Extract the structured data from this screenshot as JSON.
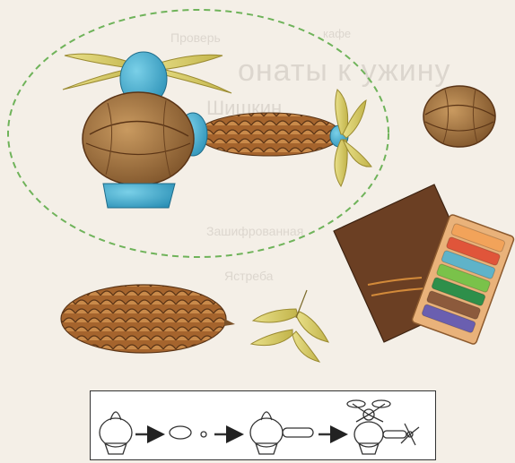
{
  "bleed_through": {
    "t1": "онаты к ужину",
    "t2": "Шишкин",
    "t3": "Проверь",
    "t4": "кафе",
    "t5": "Зашифрованная",
    "t6": "Ястреба"
  },
  "illustration": {
    "scene": "craft-helicopter",
    "materials": [
      "walnut-icon",
      "pine-cone-icon",
      "maple-seed-icon",
      "cardboard-icon",
      "plasticine-box-icon"
    ],
    "plasticine_colors": [
      "#f2a35a",
      "#e0553a",
      "#5fb3c9",
      "#7ac24a",
      "#2e8f4a",
      "#8c5a3c",
      "#6a5fb0"
    ]
  },
  "steps_panel": {
    "step_count": 4
  }
}
